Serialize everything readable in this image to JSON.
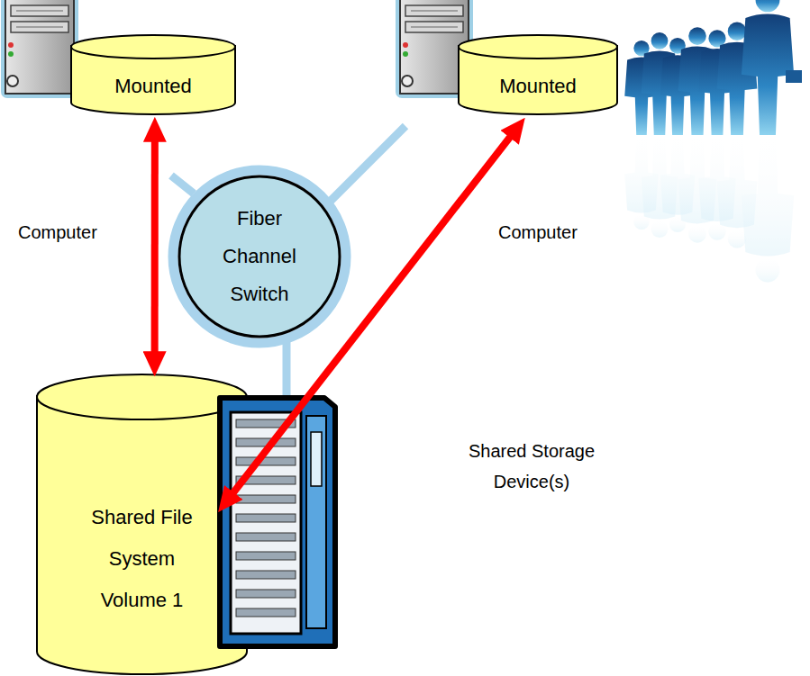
{
  "diagram": {
    "nodes": [
      {
        "text": [
          "Mounted"
        ]
      },
      {
        "text": [
          "Mounted"
        ]
      },
      {
        "text": [
          "Fiber Channel Switch"
        ]
      },
      {
        "text": [
          "Shared File System Volume 1"
        ]
      }
    ],
    "edges": [
      {
        "from": 0,
        "to": 3,
        "arrow": "both"
      },
      {
        "from": 1,
        "to": 3,
        "arrow": "both"
      }
    ],
    "labels": [
      "Computer",
      "Computer",
      "Shared Storage Device(s)"
    ]
  }
}
